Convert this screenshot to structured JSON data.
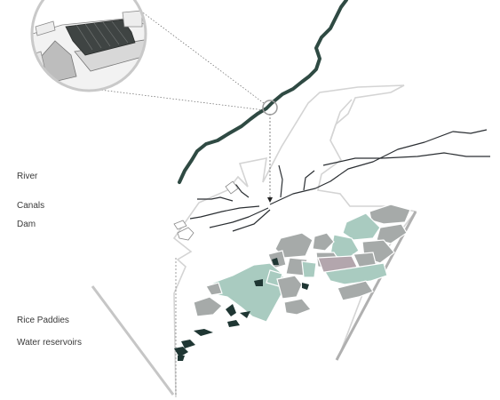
{
  "labels": {
    "river": "River",
    "canals": "Canals",
    "dam": "Dam",
    "rice_paddies": "Rice Paddies",
    "water_reservoirs": "Water reservoirs"
  },
  "colors": {
    "river": "#2f4a43",
    "canals": "#2b2f33",
    "terrain_outline": "#d4d4d4",
    "paddy_green": "#a9cbc0",
    "paddy_grey": "#a6aaa9",
    "paddy_mauve": "#b3a6ad",
    "reservoir": "#1f3633",
    "dam_wall": "#3f4443"
  },
  "icons": {
    "magnifier": "dam-detail-inset-icon"
  }
}
